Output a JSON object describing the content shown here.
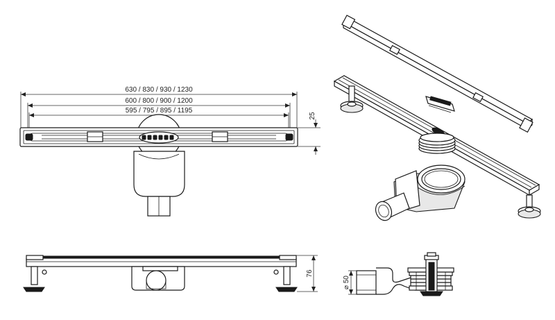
{
  "dimensions": {
    "length_total": "630 / 830 / 930 / 1230",
    "length_mid": "600 / 800 / 900 / 1200",
    "length_inner": "595 / 795 / 895 / 1195",
    "height_top": "25",
    "height_side": "76",
    "diameter_outlet": "⌀ 50"
  }
}
